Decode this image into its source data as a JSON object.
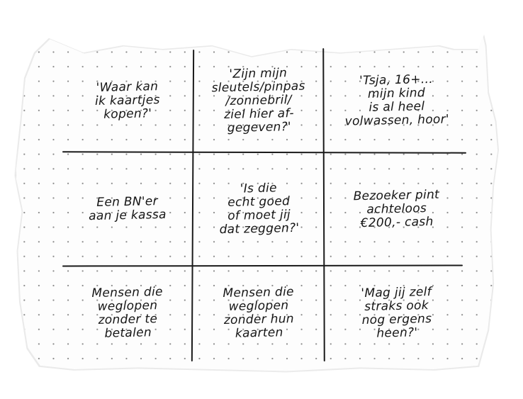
{
  "bingo_card": {
    "grid_rows": 3,
    "grid_cols": 3,
    "paper_color": "#fdfdfd",
    "ink_color": "#151515",
    "cells": [
      {
        "row": 1,
        "col": 1,
        "text": "'Waar kan\nik kaartjes\nkopen?'"
      },
      {
        "row": 1,
        "col": 2,
        "text": "'Zijn mijn\nsleutels/pinpas\n/zonnebril/\nziel hier af-\ngegeven?'"
      },
      {
        "row": 1,
        "col": 3,
        "text": "'Tsja, 16+...\nmijn kind\nis al heel\nvolwassen, hoor'"
      },
      {
        "row": 2,
        "col": 1,
        "text": "Een BN'er\naan je kassa"
      },
      {
        "row": 2,
        "col": 2,
        "text": "'Is die\necht goed\nof moet jij\ndat zeggen?'"
      },
      {
        "row": 2,
        "col": 3,
        "text": "Bezoeker pint\nachteloos\n€200,- cash"
      },
      {
        "row": 3,
        "col": 1,
        "text": "Mensen die\nweglopen\nzonder te\nbetalen"
      },
      {
        "row": 3,
        "col": 2,
        "text": "Mensen die\nweglopen\nzonder hun\nkaarten"
      },
      {
        "row": 3,
        "col": 3,
        "text": "'Mag jij zelf\nstraks ook\nnog ergens\nheen?'"
      }
    ]
  }
}
